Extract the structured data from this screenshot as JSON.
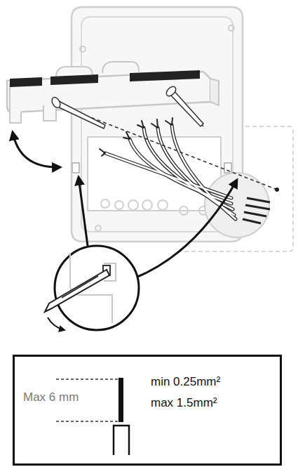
{
  "diagram": {
    "nodes": [
      {
        "text": [
          "Max 6 mm",
          "min 0.25mm²",
          "max 1.5mm²"
        ]
      }
    ]
  }
}
